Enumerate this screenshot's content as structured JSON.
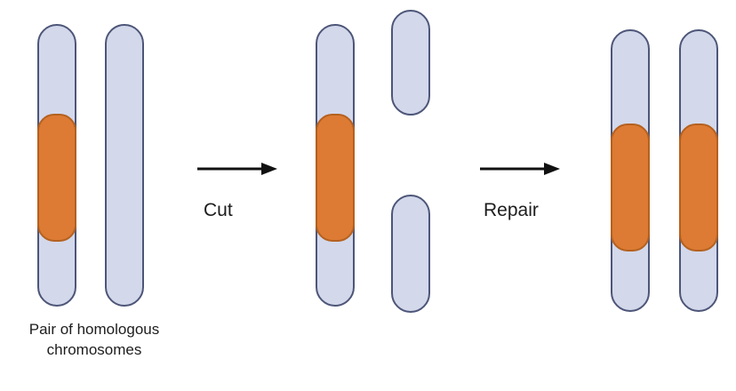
{
  "diagram": {
    "caption": "Pair of homologous chromosomes",
    "steps": {
      "cut": "Cut",
      "repair": "Repair"
    }
  },
  "icons": {
    "arrow_right": "arrow-right-icon"
  },
  "colors": {
    "chromosome_fill": "#d3d8eb",
    "chromosome_border": "#4d5678",
    "segment_fill": "#dd7a33",
    "segment_border": "#b4611f",
    "arrow": "#111111",
    "text": "#1d1d1d",
    "background": "#ffffff"
  }
}
